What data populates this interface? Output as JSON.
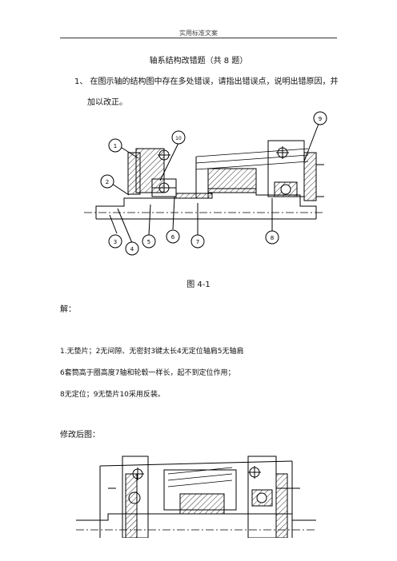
{
  "header": {
    "text": "实用标准文案"
  },
  "title": "轴系结构改错题（共 8 题）",
  "question": {
    "line1": "1、 在图示轴的结构图中存在多处错误，请指出错误点，说明出错原因，并",
    "line2": "加以改正。"
  },
  "figure1": {
    "callouts": [
      "1",
      "2",
      "3",
      "4",
      "5",
      "6",
      "7",
      "8",
      "9",
      "10"
    ],
    "caption": "图 4-1"
  },
  "solution": {
    "label": "解：",
    "line1": "1.无垫片；2无间隙、无密封3键太长4无定位轴肩5无轴肩",
    "line2": "6套筒高于圈高度7轴和轮毂一样长，起不到定位作用；",
    "line3": "8无定位；9无垫片10采用反装。"
  },
  "modified_label": "修改后图："
}
